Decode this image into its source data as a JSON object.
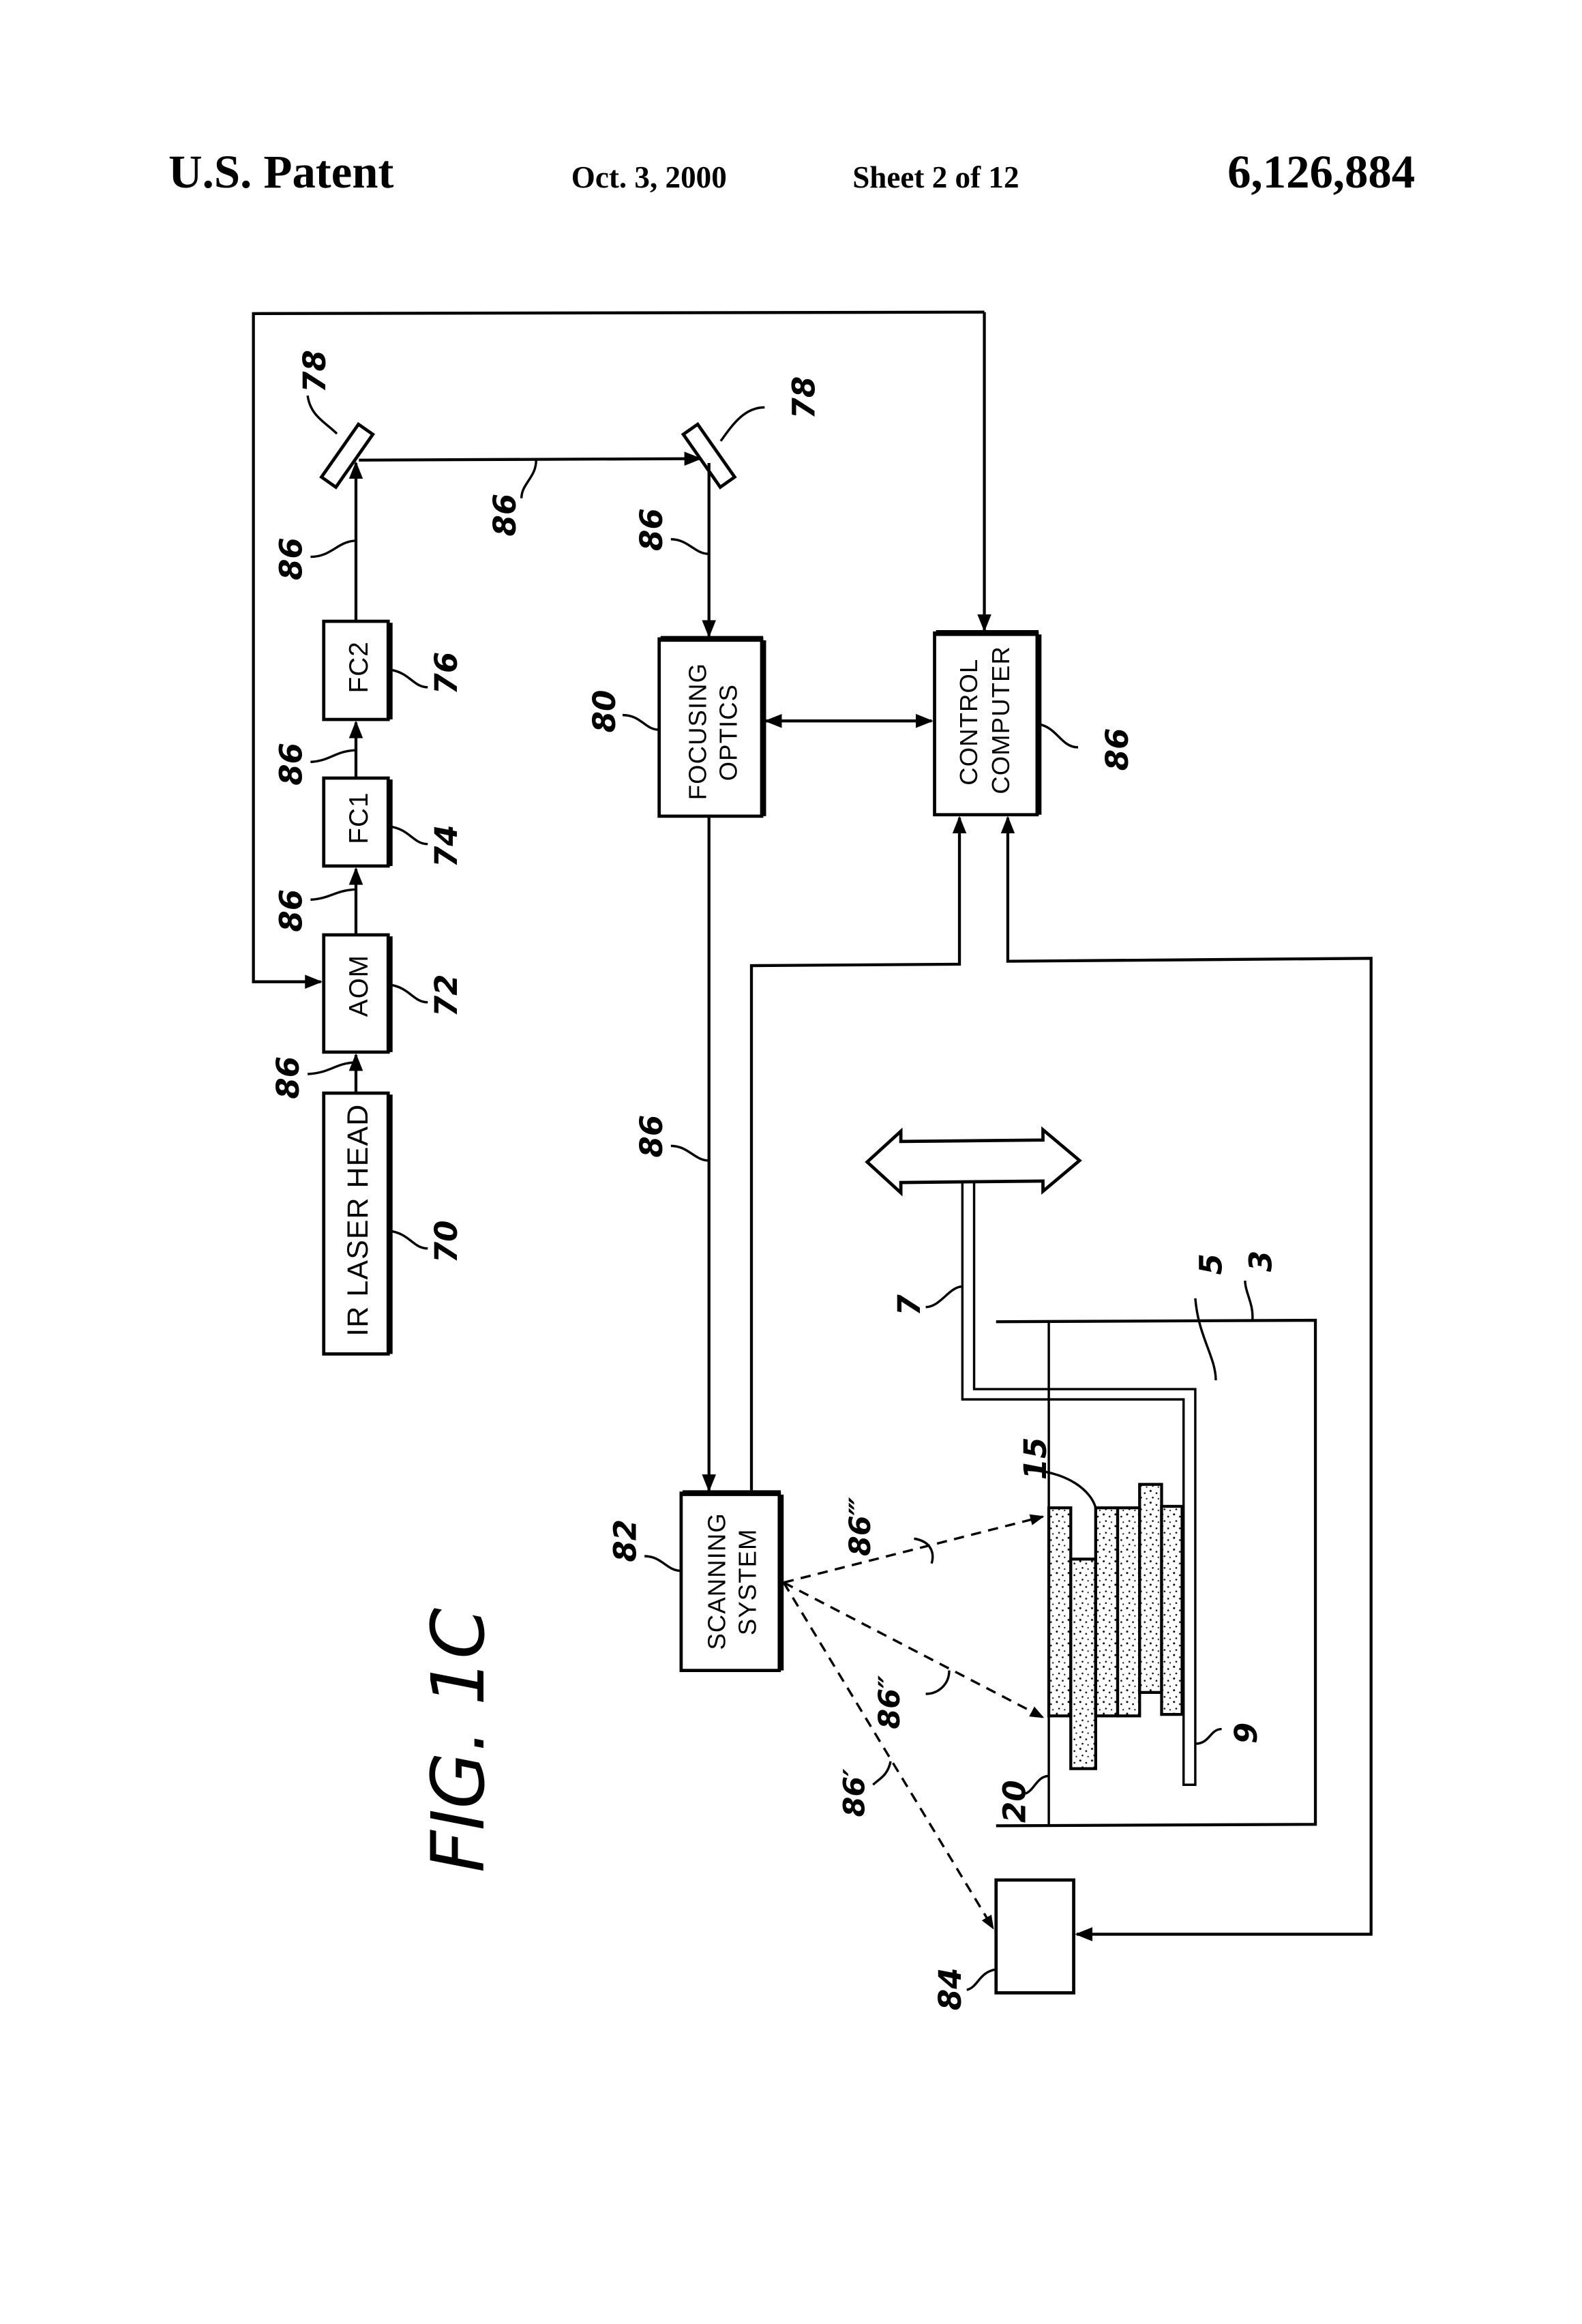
{
  "header": {
    "office": "U.S. Patent",
    "date": "Oct. 3, 2000",
    "sheet": "Sheet 2 of 12",
    "patent_number": "6,126,884"
  },
  "figure": {
    "label": "FIG. 1C",
    "blocks": {
      "ir_laser_head": {
        "text": "IR LASER HEAD",
        "ref": "70"
      },
      "aom": {
        "text": "AOM",
        "ref": "72"
      },
      "fc1": {
        "text": "FC1",
        "ref": "74"
      },
      "fc2": {
        "text": "FC2",
        "ref": "76"
      },
      "focusing_optics": {
        "line1": "FOCUSING",
        "line2": "OPTICS",
        "ref": "80"
      },
      "control_computer": {
        "line1": "CONTROL",
        "line2": "COMPUTER",
        "ref": "86"
      },
      "scanning_system": {
        "line1": "SCANNING",
        "line2": "SYSTEM",
        "ref": "82"
      },
      "detector_box": {
        "text": "",
        "ref": "84"
      }
    },
    "mirrors": [
      {
        "ref": "78"
      },
      {
        "ref": "78"
      }
    ],
    "beam_refs": {
      "laser_to_aom": "86",
      "aom_to_fc1": "86",
      "fc1_to_fc2": "86",
      "fc2_to_mirror": "86",
      "mirror_to_mirror": "86",
      "mirror_to_optics": "86",
      "optics_to_scanner": "86",
      "scan_beam_1": "86′",
      "scan_beam_2": "86″",
      "scan_beam_3": "86‴"
    },
    "apparatus_refs": {
      "container": "3",
      "chamber": "5",
      "arm": "7",
      "platform": "9",
      "part_layers": "15",
      "wall": "20"
    }
  }
}
